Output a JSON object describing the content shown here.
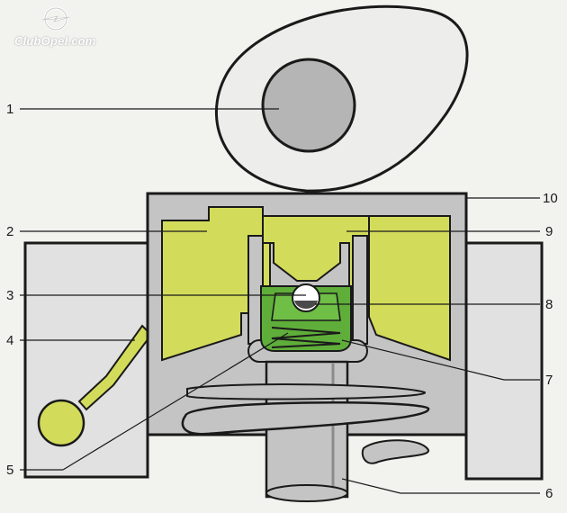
{
  "watermark": {
    "text": "ClubOpel.com",
    "logo_icon": "opel-lightning-icon"
  },
  "callouts": [
    {
      "id": "c1",
      "label": "1"
    },
    {
      "id": "c2",
      "label": "2"
    },
    {
      "id": "c3",
      "label": "3"
    },
    {
      "id": "c4",
      "label": "4"
    },
    {
      "id": "c5",
      "label": "5"
    },
    {
      "id": "c6",
      "label": "6"
    },
    {
      "id": "c7",
      "label": "7"
    },
    {
      "id": "c8",
      "label": "8"
    },
    {
      "id": "c9",
      "label": "9"
    },
    {
      "id": "c10",
      "label": "10"
    }
  ],
  "colors": {
    "background": "#f2f2ef",
    "steel": "#c4c4c4",
    "steel_dark": "#a9a9a9",
    "oil_yellow": "#d3dc5a",
    "valve_green": "#5fae3a",
    "cylinder_head": "#e1e1e1",
    "outline": "#1a1a1a"
  }
}
